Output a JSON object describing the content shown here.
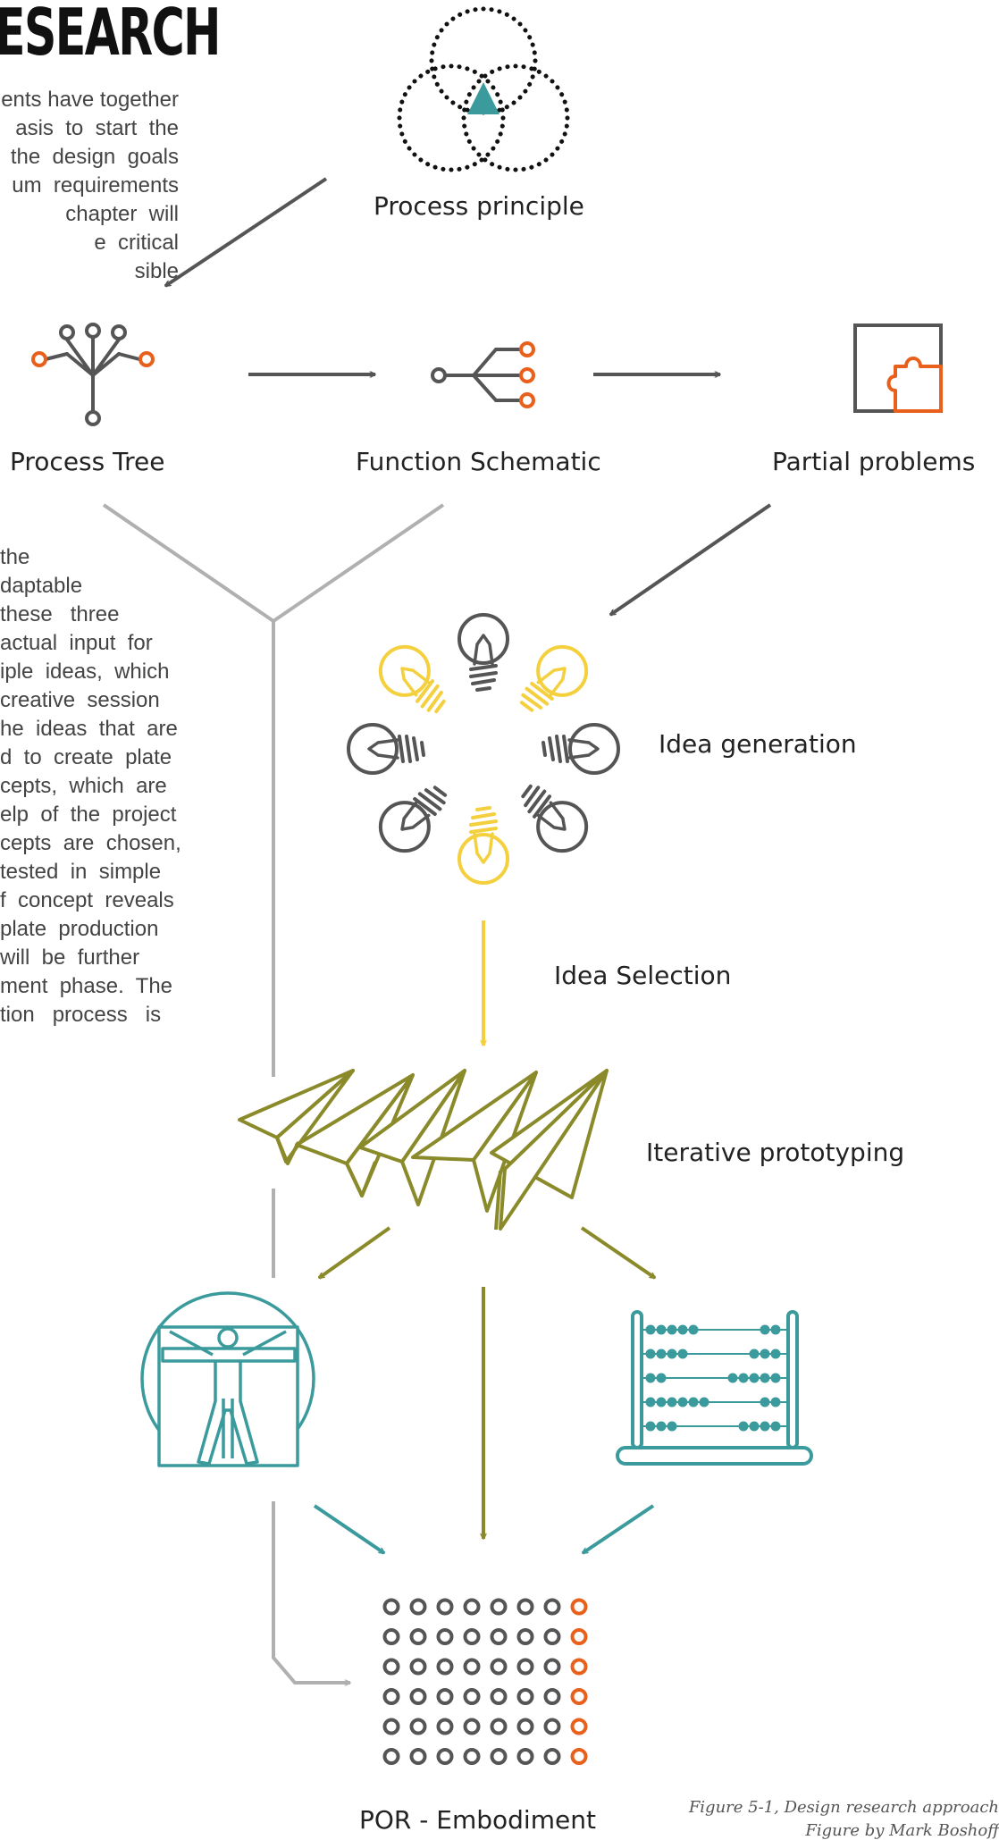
{
  "page": {
    "heading": "ESEARCH",
    "intro_text": "ents have together\nasis  to  start  the\nthe  design  goals\num  requirements\nchapter  will\ne  critical\nsible",
    "process_text": "the\ndaptable\nthese   three\nactual  input  for\niple  ideas,  which\ncreative  session\nhe  ideas  that  are\nd  to  create  plate\ncepts,  which  are\nelp  of  the  project\ncepts  are  chosen,\ntested  in  simple\nf  concept  reveals\nplate  production\nwill  be  further\nment  phase.  The\ntion   process   is",
    "caption_line1": "Figure 5-1, Design research approach",
    "caption_line2": "Figure by Mark Boshoff"
  },
  "diagram": {
    "labels": {
      "process_principle": "Process principle",
      "process_tree": "Process Tree",
      "function_schematic": "Function Schematic",
      "partial_problems": "Partial problems",
      "idea_generation": "Idea generation",
      "idea_selection": "Idea Selection",
      "iterative_prototyping": "Iterative prototyping",
      "por_embodiment": "POR - Embodiment"
    },
    "icons": {
      "venn": "venn-diagram-icon",
      "tree": "process-tree-icon",
      "schematic": "function-schematic-icon",
      "puzzle": "puzzle-piece-icon",
      "bulbs": "lightbulb-ring-icon",
      "planes": "paper-planes-icon",
      "human": "vitruvian-man-icon",
      "abacus": "abacus-icon",
      "dots": "dot-matrix-icon"
    },
    "colors": {
      "dark": "#555555",
      "orange": "#E8601C",
      "teal": "#3A9A9C",
      "yellow": "#F4D03F",
      "olive": "#8A8A2A",
      "light_gray": "#B0B0B0"
    }
  }
}
